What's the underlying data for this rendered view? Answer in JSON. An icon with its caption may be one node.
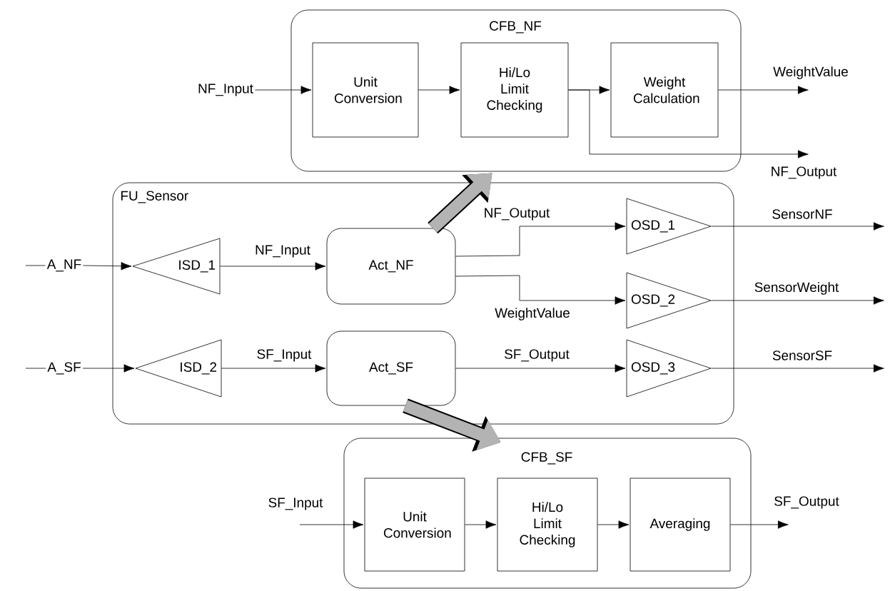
{
  "diagram": {
    "nodes": [
      {
        "text": [
          "CFB_NF"
        ]
      },
      {
        "text": [
          "Unit Conversion"
        ],
        "in": 0
      },
      {
        "text": [
          "Hi/Lo Limit Checking"
        ],
        "in": 0
      },
      {
        "text": [
          "Weight Calculation"
        ],
        "in": 0
      },
      {
        "text": [
          "FU_Sensor"
        ]
      },
      {
        "text": [
          "ISD_1"
        ],
        "in": 4
      },
      {
        "text": [
          "Act_NF"
        ],
        "in": 4
      },
      {
        "text": [
          "OSD_1"
        ],
        "in": 4
      },
      {
        "text": [
          "OSD_2"
        ],
        "in": 4
      },
      {
        "text": [
          "ISD_2"
        ],
        "in": 4
      },
      {
        "text": [
          "Act_SF"
        ],
        "in": 4
      },
      {
        "text": [
          "OSD_3"
        ],
        "in": 4
      },
      {
        "text": [
          "CFB_SF"
        ]
      },
      {
        "text": [
          "Unit Conversion"
        ],
        "in": 12
      },
      {
        "text": [
          "Hi/Lo Limit Checking"
        ],
        "in": 12
      },
      {
        "text": [
          "Averaging"
        ],
        "in": 12
      },
      {
        "text": [
          "NF_Input"
        ]
      },
      {
        "text": [
          "A_NF"
        ]
      },
      {
        "text": [
          "A_SF"
        ]
      }
    ],
    "edges": [
      {
        "from": 16,
        "to": 1,
        "arrow": "to"
      },
      {
        "from": 1,
        "to": 2,
        "arrow": "to"
      },
      {
        "from": 2,
        "to": 3,
        "arrow": "to"
      },
      {
        "from": 3,
        "to": null,
        "arrow": "to",
        "label": "WeightValue"
      },
      {
        "from": 2,
        "to": null,
        "arrow": "to",
        "label": "NF_Output"
      },
      {
        "from": 17,
        "to": 5,
        "arrow": "to"
      },
      {
        "from": 5,
        "to": 6,
        "arrow": "to",
        "label": "NF_Input"
      },
      {
        "from": 6,
        "to": 7,
        "arrow": "to",
        "label": "NF_Output"
      },
      {
        "from": 6,
        "to": 8,
        "arrow": "to",
        "label": "WeightValue"
      },
      {
        "from": 7,
        "to": null,
        "arrow": "to",
        "label": "SensorNF"
      },
      {
        "from": 8,
        "to": null,
        "arrow": "to",
        "label": "SensorWeight"
      },
      {
        "from": 18,
        "to": 9,
        "arrow": "to"
      },
      {
        "from": 9,
        "to": 10,
        "arrow": "to",
        "label": "SF_Input"
      },
      {
        "from": 10,
        "to": 11,
        "arrow": "to",
        "label": "SF_Output"
      },
      {
        "from": 11,
        "to": null,
        "arrow": "to",
        "label": "SensorSF"
      },
      {
        "from": 6,
        "to": 0,
        "arrow": "to",
        "style": "thick",
        "color": "#b3b3b3"
      },
      {
        "from": 10,
        "to": 12,
        "arrow": "to",
        "style": "thick",
        "color": "#b3b3b3"
      },
      {
        "from": null,
        "to": 13,
        "arrow": "to",
        "label": "SF_Input"
      },
      {
        "from": 13,
        "to": 14,
        "arrow": "to"
      },
      {
        "from": 14,
        "to": 15,
        "arrow": "to"
      },
      {
        "from": 15,
        "to": null,
        "arrow": "to",
        "label": "SF_Output"
      }
    ]
  }
}
